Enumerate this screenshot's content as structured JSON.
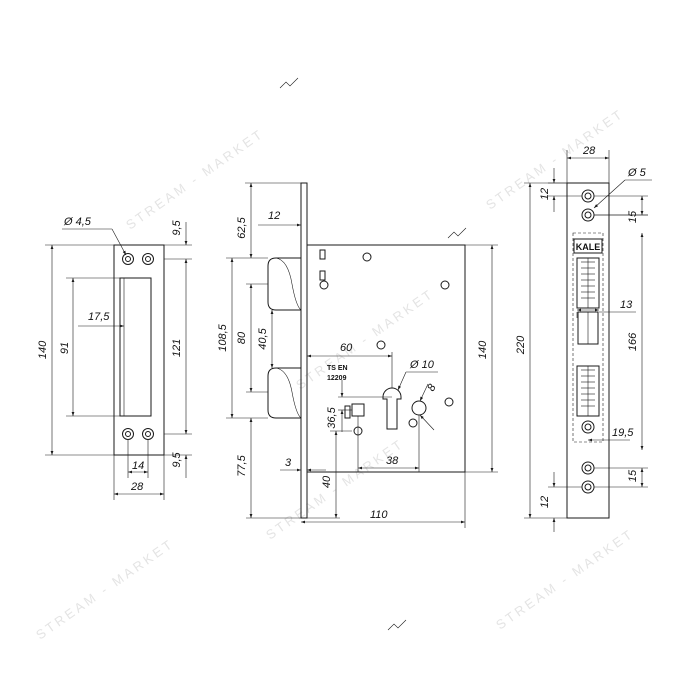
{
  "watermark": {
    "text": "STREAM - MARKET"
  },
  "strike_plate": {
    "hole_dia": "Ø 4,5",
    "top_offset": "9,5",
    "bottom_offset": "9,5",
    "height": "140",
    "slot_height": "91",
    "slot_offset": "17,5",
    "hole_spacing": "121",
    "inner_width": "14",
    "width": "28"
  },
  "lock_body": {
    "top_to_latch": "62,5",
    "faceplate_depth": "12",
    "latch_span": "108,5",
    "bolt_span": "80",
    "bolt_gap": "40,5",
    "bottom_offset": "77,5",
    "backset": "60",
    "cylinder_hole": "Ø 10",
    "standard_line1": "TS EN",
    "standard_line2": "12209",
    "body_height": "140",
    "hole_size": "8",
    "cylinder_offset": "36,5",
    "faceplate_thickness": "3",
    "lower_offset": "40",
    "spindle_distance": "38",
    "body_width": "110"
  },
  "faceplate": {
    "width": "28",
    "hole_dia": "Ø 5",
    "top_hole": "12",
    "top_spacing": "15",
    "brand": "KALE",
    "slot_width": "13",
    "length": "220",
    "slot_length": "166",
    "slot_offset": "19,5",
    "bottom_spacing": "15",
    "bottom_hole": "12"
  }
}
